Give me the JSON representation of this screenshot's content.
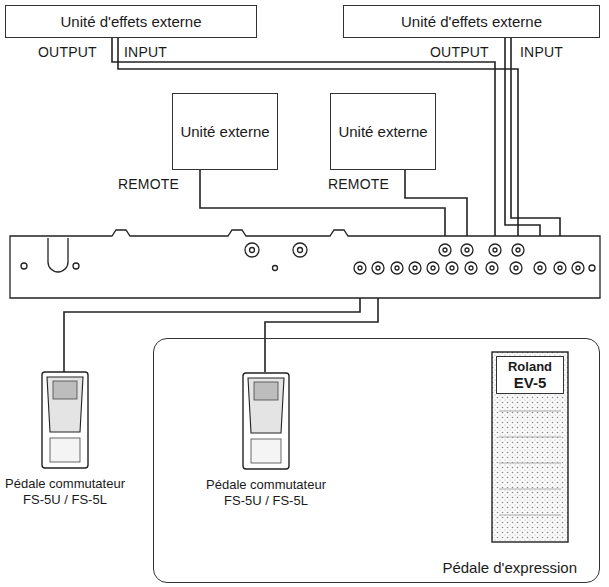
{
  "diagram": {
    "nodes": [
      {
        "text": [
          "Unité d'effets externe"
        ]
      },
      {
        "text": [
          "Unité d'effets externe"
        ]
      },
      {
        "text": [
          "Unité externe"
        ]
      },
      {
        "text": [
          "Unité externe"
        ]
      },
      {
        "text": [
          "Pédale commutateur FS-5U / FS-5L"
        ]
      },
      {
        "text": [
          "Pédale d'expression"
        ]
      },
      {
        "text": [
          "Pédale commutateur FS-5U / FS-5L"
        ],
        "in": 5
      },
      {
        "text": [
          "Roland",
          "EV-5"
        ],
        "in": 5
      }
    ],
    "labels": [
      "OUTPUT",
      "INPUT",
      "OUTPUT",
      "INPUT",
      "REMOTE",
      "REMOTE"
    ]
  }
}
